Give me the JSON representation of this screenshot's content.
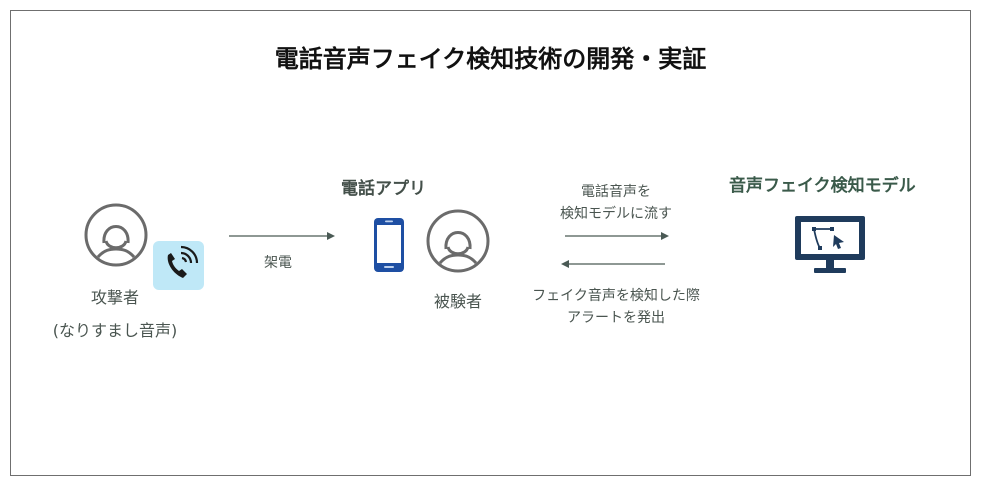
{
  "title": "電話音声フェイク検知技術の開発・実証",
  "attacker": {
    "label_line1": "攻撃者",
    "label_line2": "(なりすまし音声)",
    "icon": "person-icon",
    "phone_icon": "phone-ringing-icon"
  },
  "call_arrow": {
    "label": "架電"
  },
  "phone_app": {
    "heading": "電話アプリ",
    "phone_icon": "smartphone-icon",
    "subject_label": "被験者",
    "subject_icon": "person-icon"
  },
  "forward_arrow": {
    "line1": "電話音声を",
    "line2": "検知モデルに流す"
  },
  "back_arrow": {
    "line1": "フェイク音声を検知した際",
    "line2": "アラートを発出"
  },
  "model": {
    "heading": "音声フェイク検知モデル",
    "icon": "monitor-vector-icon"
  },
  "colors": {
    "icon_gray": "#6b6b6b",
    "navy": "#1f3b5c",
    "phone_blue": "#1e4fa3",
    "badge_bg": "#bfe8f7",
    "arrow": "#4a5a55"
  }
}
